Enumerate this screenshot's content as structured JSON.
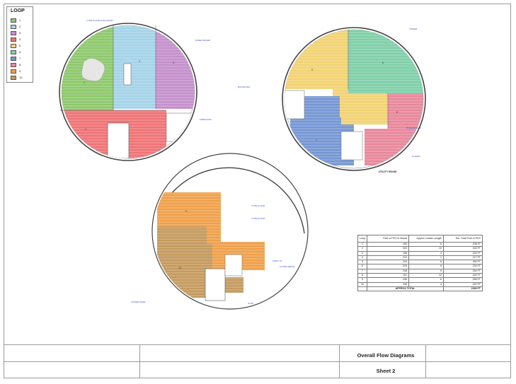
{
  "legend": {
    "title": "LOOP",
    "items": [
      {
        "label": "1",
        "color": "#8dc86b"
      },
      {
        "label": "2",
        "color": "#a4d3e8"
      },
      {
        "label": "3",
        "color": "#c490cc"
      },
      {
        "label": "4",
        "color": "#ef7375"
      },
      {
        "label": "5",
        "color": "#f2d272"
      },
      {
        "label": "6",
        "color": "#7fcfa9"
      },
      {
        "label": "7",
        "color": "#7596d4"
      },
      {
        "label": "8",
        "color": "#e8879b"
      },
      {
        "label": "9",
        "color": "#f0a04a"
      },
      {
        "label": "10",
        "color": "#c49a5e"
      }
    ]
  },
  "plan_notes": {
    "upper_left": [
      "TYPE FLOOR PLAN FROM",
      "PANEL BOARD",
      "FIREPLACE",
      "ROUTE PEX",
      "COMPONENTS",
      "THROUGH WALL"
    ],
    "upper_right": [
      "TOWER",
      "PANEL BOARD",
      "CLOSET"
    ],
    "utility_room": "UTILITY ROOM",
    "lower": [
      "TYPE FLOOR",
      "TYPE FLOOR",
      "OPEN TO",
      "FLOOR ABOVE",
      "LOWER LEVEL",
      "SLAB"
    ]
  },
  "table": {
    "headers": [
      "Loop",
      "Feet of PEX in Board",
      "Approx Leader Length",
      "Est. Total Feet of PEX"
    ],
    "rows": [
      [
        "1",
        "180",
        "6",
        "208 FT"
      ],
      [
        "2",
        "323",
        "10",
        "333 FT"
      ],
      [
        "3",
        "198",
        "4",
        "202 FT"
      ],
      [
        "4",
        "212",
        "1",
        "217 FT"
      ],
      [
        "5",
        "244",
        "6",
        "250 FT"
      ],
      [
        "6",
        "225",
        "6",
        "234 FT"
      ],
      [
        "7",
        "248",
        "5",
        "254 FT"
      ],
      [
        "8",
        "151",
        "12",
        "163 FT"
      ],
      [
        "9",
        "248",
        "6",
        "258 FT"
      ],
      [
        "10",
        "238",
        "4",
        "242 FT"
      ]
    ],
    "total_label": "APPROX TOTAL",
    "total_value": "2399 FT"
  },
  "title_block": {
    "title": "Overall Flow Diagrams",
    "sheet": "Sheet 2"
  }
}
